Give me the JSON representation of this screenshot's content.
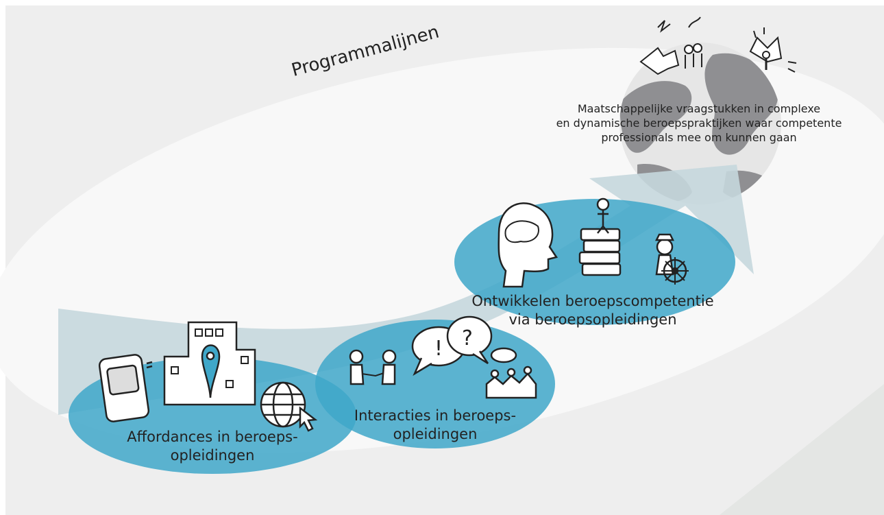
{
  "title": "Programmalijnen",
  "society": {
    "lines": [
      "Maatschappelijke vraagstukken in complexe",
      "en dynamische beroepspraktijken waar competente",
      "professionals mee om kunnen gaan"
    ]
  },
  "steps": [
    {
      "lines": [
        "Affordances in beroeps-",
        "opleidingen"
      ],
      "icons": [
        "phone-icon",
        "building-location-icon",
        "globe-cursor-icon"
      ]
    },
    {
      "lines": [
        "Interacties in beroeps-",
        "opleidingen"
      ],
      "icons": [
        "handshake-icon",
        "speech-bubbles-icon",
        "group-icon"
      ]
    },
    {
      "lines": [
        "Ontwikkelen beroepscompetentie",
        "via beroepsopleidingen"
      ],
      "icons": [
        "brain-head-icon",
        "books-person-icon",
        "captain-wheel-icon"
      ]
    }
  ],
  "colors": {
    "background": "#eeeeee",
    "swoosh": "#f8f8f8",
    "arrow": "#c5d7dd",
    "ellipse": "#3fa7c9",
    "globe": "#9a9a9c"
  }
}
